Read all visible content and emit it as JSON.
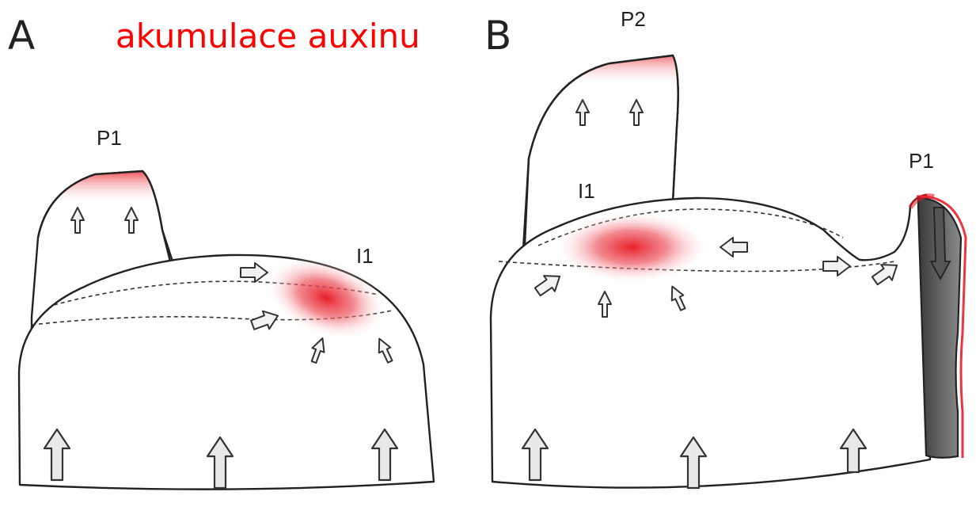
{
  "title": "akumulace auxinu",
  "colors": {
    "title": "#ff0000",
    "auxin": "#e8202a",
    "outline": "#222222",
    "arrow_fill": "#eeeeee",
    "section": "#555555"
  },
  "panels": {
    "A": {
      "letter": "A",
      "labels": {
        "primordium": "P1",
        "incipient": "I1"
      }
    },
    "B": {
      "letter": "B",
      "labels": {
        "primordium_new": "P2",
        "incipient": "I1",
        "primordium_old": "P1"
      }
    }
  }
}
